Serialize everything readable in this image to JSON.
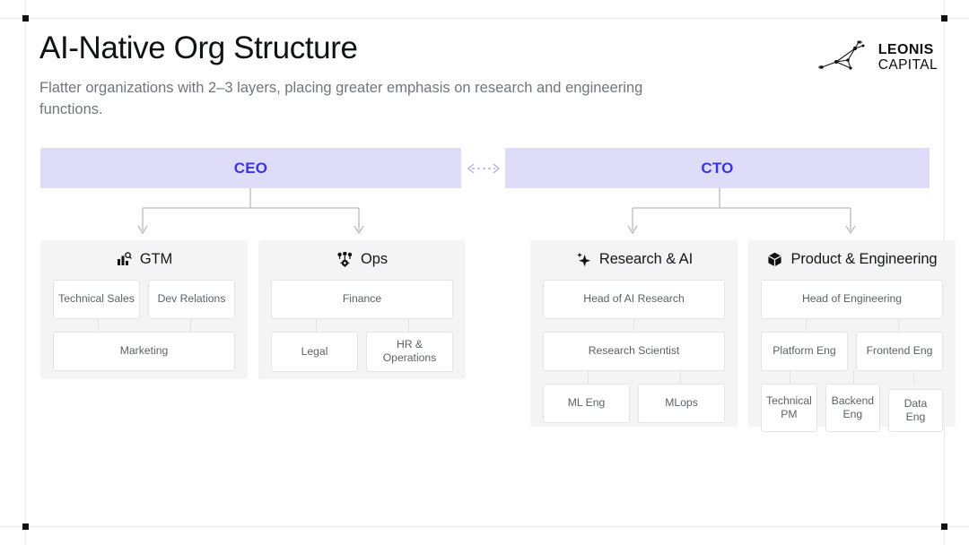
{
  "slide": {
    "title": "AI-Native Org Structure",
    "subtitle": "Flatter organizations with 2–3 layers, placing greater emphasis on research and engineering functions."
  },
  "logo": {
    "line1": "LEONIS",
    "line2": "CAPITAL",
    "icon": "constellation-icon"
  },
  "executives": [
    {
      "label": "CEO",
      "bg": "#dedcf8",
      "color": "#3b35dd"
    },
    {
      "label": "CTO",
      "bg": "#dedcf8",
      "color": "#3b35dd"
    }
  ],
  "exec_link": {
    "icon": "dashed-double-arrow-icon"
  },
  "cards": [
    {
      "title": "GTM",
      "icon": "chart-search-icon",
      "rows": [
        [
          "Technical Sales",
          "Dev Relations"
        ],
        [
          "Marketing"
        ]
      ]
    },
    {
      "title": "Ops",
      "icon": "gear-controls-icon",
      "rows": [
        [
          "Finance"
        ],
        [
          "Legal",
          "HR & Operations"
        ]
      ]
    },
    {
      "title": "Research & AI",
      "icon": "sparkle-icon",
      "rows": [
        [
          "Head of AI Research"
        ],
        [
          "Research Scientist"
        ],
        [
          "ML Eng",
          "MLops"
        ]
      ]
    },
    {
      "title": "Product & Engineering",
      "icon": "cube-icon",
      "rows": [
        [
          "Head of Engineering"
        ],
        [
          "Platform Eng",
          "Frontend Eng"
        ],
        [
          "Technical PM",
          "Backend Eng",
          "Data Eng"
        ]
      ]
    }
  ],
  "colors": {
    "accent": "#3b35dd",
    "exec_bg": "#dedcf8",
    "card_bg": "#f4f4f5",
    "node_bg": "#ffffff",
    "node_border": "#e3e4e6",
    "connector": "#b9babd",
    "title": "#111214",
    "subtitle": "#71757c"
  }
}
